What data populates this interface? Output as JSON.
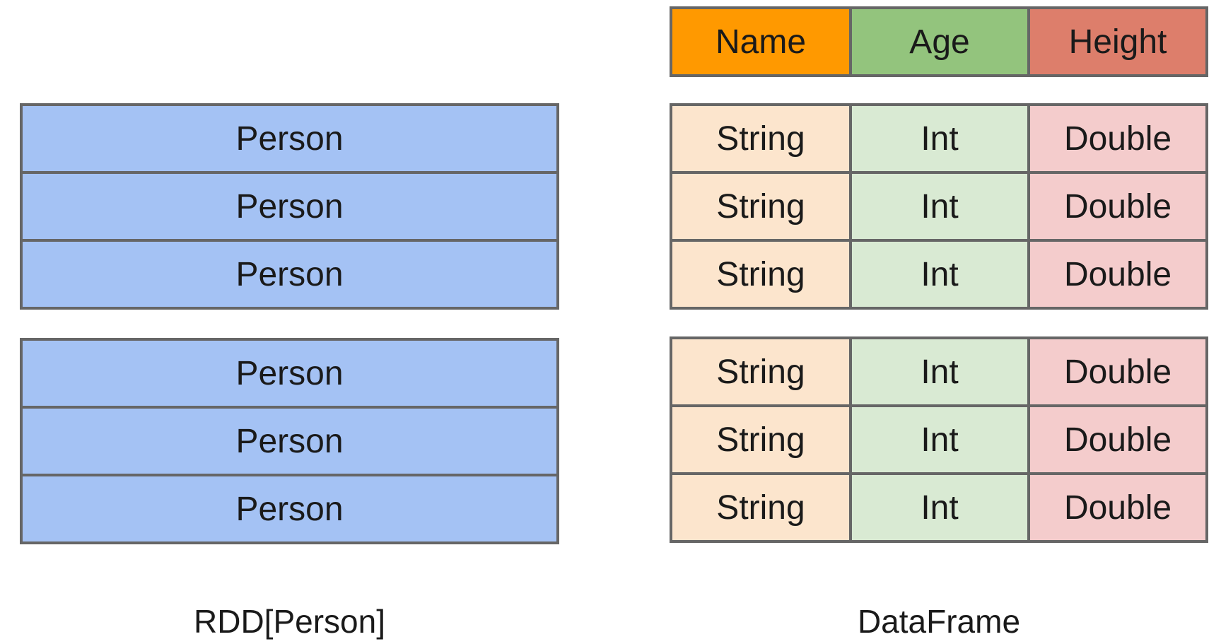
{
  "rdd": {
    "caption": "RDD[Person]",
    "partitions": [
      [
        "Person",
        "Person",
        "Person"
      ],
      [
        "Person",
        "Person",
        "Person"
      ]
    ]
  },
  "dataframe": {
    "caption": "DataFrame",
    "header": [
      "Name",
      "Age",
      "Height"
    ],
    "partitions": [
      [
        [
          "String",
          "Int",
          "Double"
        ],
        [
          "String",
          "Int",
          "Double"
        ],
        [
          "String",
          "Int",
          "Double"
        ]
      ],
      [
        [
          "String",
          "Int",
          "Double"
        ],
        [
          "String",
          "Int",
          "Double"
        ],
        [
          "String",
          "Int",
          "Double"
        ]
      ]
    ]
  },
  "colors": {
    "rdd_row": "#a4c2f4",
    "name_header": "#ff9900",
    "age_header": "#93c47d",
    "height_header": "#dd7e6b",
    "name_cell": "#fce5cd",
    "age_cell": "#d9ead3",
    "height_cell": "#f4cccc",
    "border": "#666666"
  }
}
